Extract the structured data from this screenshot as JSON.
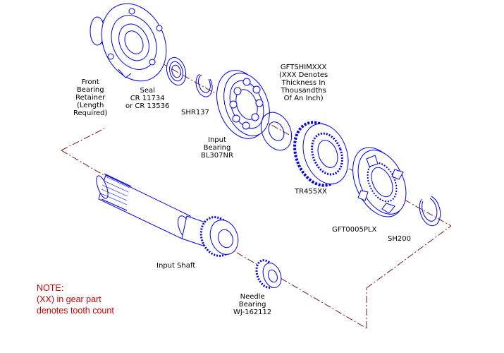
{
  "colors": {
    "part_line": "#0000ee",
    "label_text": "#000000",
    "centerline": "#7a1a1a",
    "note_text": "#cc0000"
  },
  "labels": {
    "front_bearing_retainer": [
      "Front",
      "Bearing",
      "Retainer",
      "(Length",
      "Required)"
    ],
    "seal": [
      "Seal",
      "CR 11734",
      "or CR 13536"
    ],
    "snap_ring_137": [
      "SHR137"
    ],
    "input_bearing": [
      "Input",
      "Bearing",
      "BL307NR"
    ],
    "shim": [
      "GFTSHIMXXX",
      "(XXX Denotes",
      "Thickness In",
      "Thousandths",
      "Of An Inch)"
    ],
    "gear": [
      "TR455XX"
    ],
    "gear_plate": [
      "GFT0005PLX"
    ],
    "snap_ring_200": [
      "SH200"
    ],
    "input_shaft": [
      "Input Shaft"
    ],
    "needle_bearing": [
      "Needle",
      "Bearing",
      "WJ-162112"
    ]
  },
  "note": [
    "NOTE:",
    "(XX) in gear part",
    "denotes tooth count"
  ]
}
